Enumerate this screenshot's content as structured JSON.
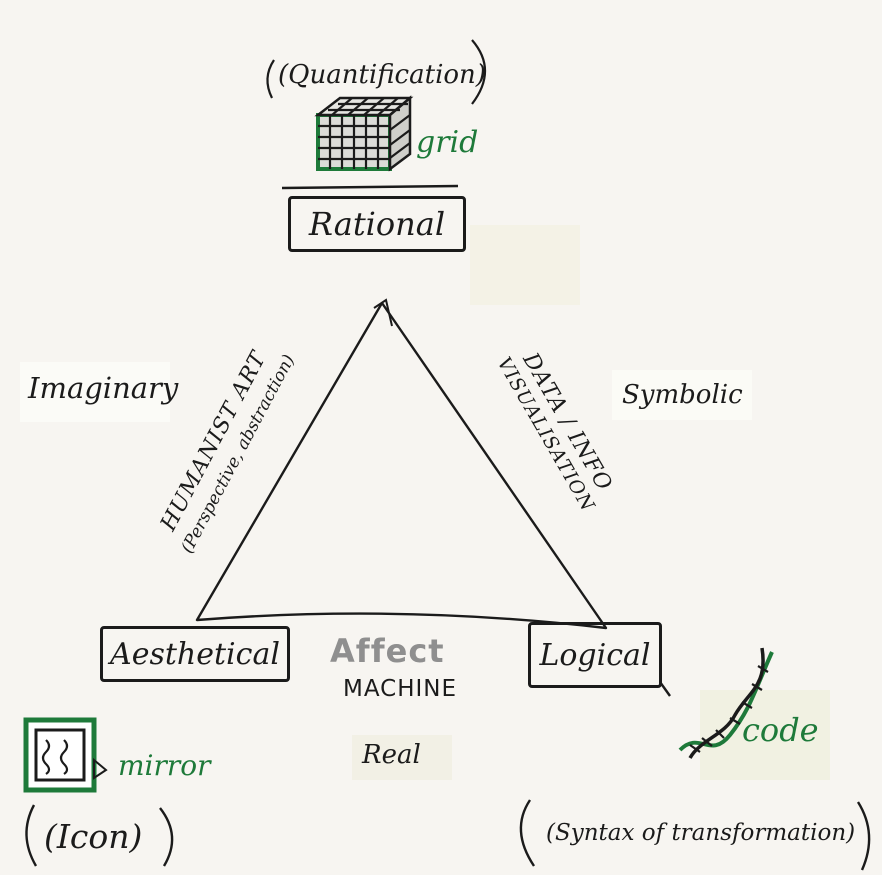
{
  "vertices": {
    "rational": "Rational",
    "aesthetical": "Aesthetical",
    "logical": "Logical"
  },
  "edges": {
    "left_line1": "HUMANIST ART",
    "left_line2": "(Perspective, abstraction)",
    "right_line1": "DATA / INFO",
    "right_line2": "VISUALISATION"
  },
  "center": {
    "title": "Affect",
    "subtitle": "MACHINE"
  },
  "registers": {
    "imaginary": "Imaginary",
    "symbolic": "Symbolic",
    "real": "Real"
  },
  "icons": {
    "top": {
      "label": "grid",
      "caption": "(Quantification)",
      "icon_name": "grid-cube-icon"
    },
    "bottom_left": {
      "label": "mirror",
      "caption": "(Icon)",
      "icon_name": "mirror-frame-icon"
    },
    "bottom_right": {
      "label": "code",
      "caption": "(Syntax of transformation)",
      "icon_name": "dna-helix-icon"
    }
  },
  "colors": {
    "ink": "#1b1b1b",
    "green": "#1e7a3a",
    "affect_gray": "#8f8f8f",
    "paper": "#f7f5f1"
  }
}
